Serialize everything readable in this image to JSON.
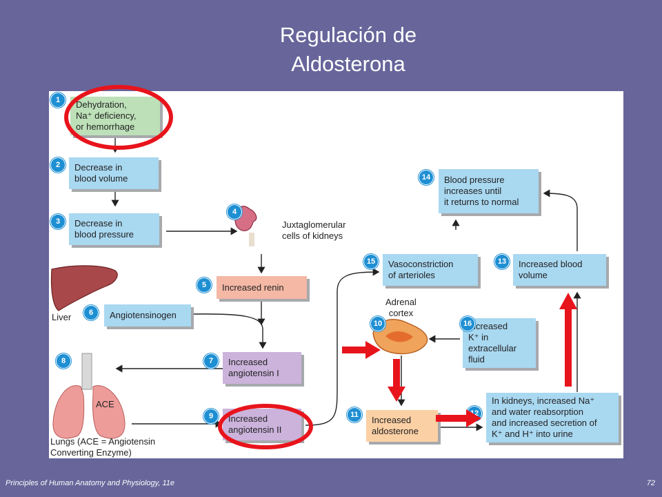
{
  "slide": {
    "title": "Regulación de\nAldosterona",
    "footer_left": "Principles of Human Anatomy and Physiology, 11e",
    "page_number": "72"
  },
  "diagram": {
    "steps": {
      "s1": {
        "num": "1",
        "text": "Dehydration,\nNa⁺ deficiency,\nor hemorrhage"
      },
      "s2": {
        "num": "2",
        "text": "Decrease in\nblood volume"
      },
      "s3": {
        "num": "3",
        "text": "Decrease in\nblood pressure"
      },
      "s4": {
        "num": "4",
        "text": "Juxtaglomerular\ncells of kidneys"
      },
      "s5": {
        "num": "5",
        "text": "Increased renin"
      },
      "s6": {
        "num": "6",
        "text": "Angiotensinogen",
        "organ": "Liver"
      },
      "s7": {
        "num": "7",
        "text": "Increased\nangiotensin I"
      },
      "s8": {
        "num": "8",
        "organ_label": "ACE",
        "caption": "Lungs (ACE = Angiotensin\nConverting Enzyme)"
      },
      "s9": {
        "num": "9",
        "text": "Increased\nangiotensin II"
      },
      "s10": {
        "num": "10",
        "caption": "Adrenal\ncortex"
      },
      "s11": {
        "num": "11",
        "text": "Increased\naldosterone"
      },
      "s12": {
        "num": "12",
        "text": "In kidneys, increased Na⁺\nand water reabsorption\nand increased secretion of\nK⁺ and H⁺ into urine"
      },
      "s13": {
        "num": "13",
        "text": "Increased blood\nvolume"
      },
      "s14": {
        "num": "14",
        "text": "Blood pressure\nincreases until\nit returns to normal"
      },
      "s15": {
        "num": "15",
        "text": "Vasoconstriction\nof arterioles"
      },
      "s16": {
        "num": "16",
        "text": "Increased\nK⁺ in\nextracellular\nfluid"
      }
    },
    "colors": {
      "box_blue": "#a9d8f1",
      "box_green": "#bde0b8",
      "box_purple": "#cbb3dc",
      "box_salmon": "#f4b8a5",
      "box_peach": "#fbd0a5",
      "badge": "#1e8fd3",
      "highlight_red": "#e8141c",
      "slide_bg": "#67659a"
    }
  }
}
